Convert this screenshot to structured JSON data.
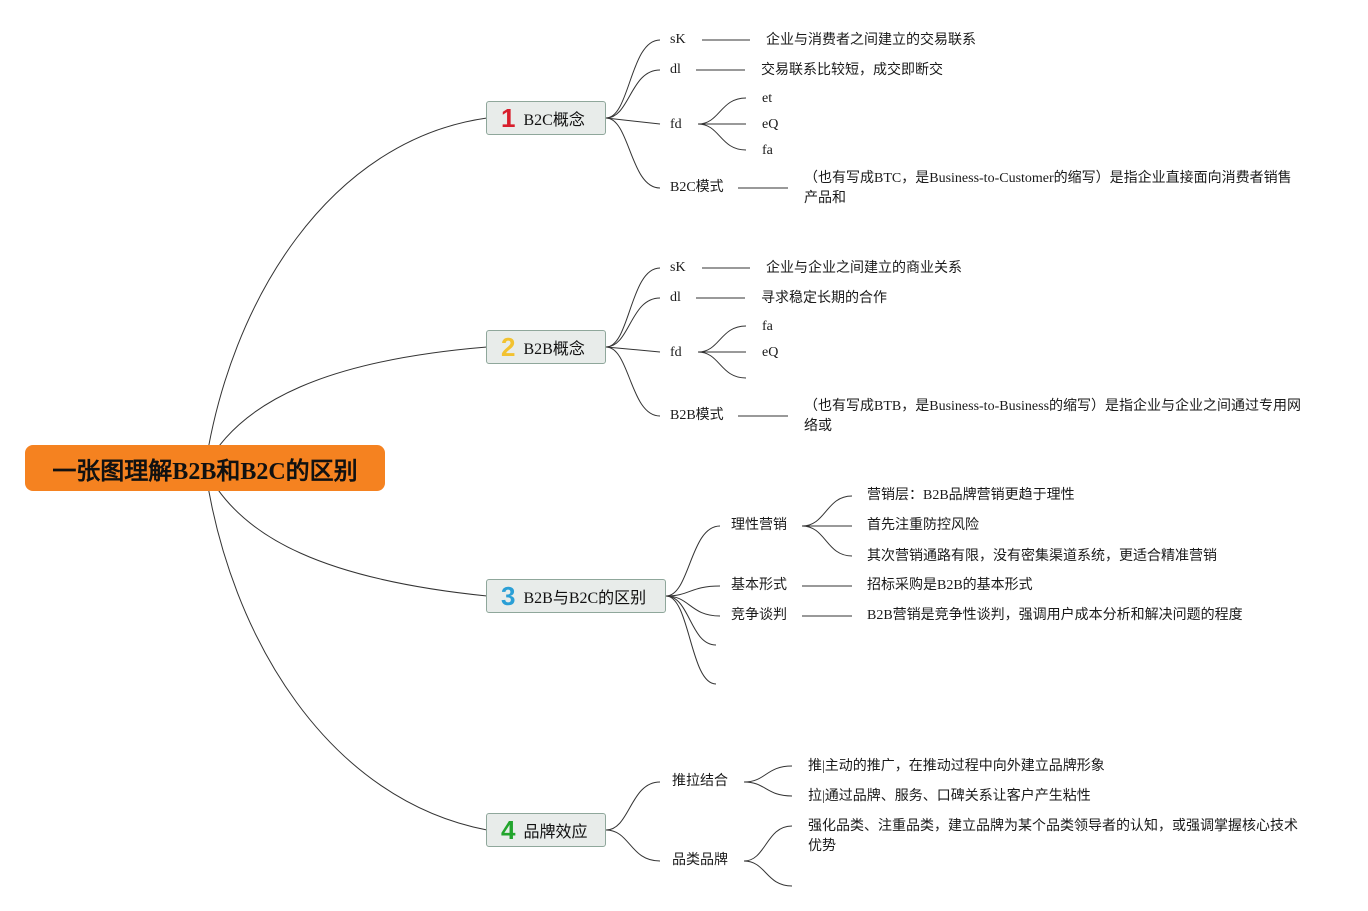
{
  "root": {
    "title": "一张图理解B2B和B2C的区别"
  },
  "colors": {
    "root_bg": "#f58220",
    "branch_bg": "#e8ecea",
    "branch_border": "#8fa79b",
    "num1": "#d81e2c",
    "num2": "#f2c230",
    "num3": "#2a9fd6",
    "num4": "#22a52d"
  },
  "b2c": {
    "num": "1",
    "label": "B2C概念",
    "sk": {
      "key": "sK",
      "value": "企业与消费者之间建立的交易联系"
    },
    "dl": {
      "key": "dl",
      "value": "交易联系比较短，成交即断交"
    },
    "fd": {
      "key": "fd",
      "items": [
        "et",
        "eQ",
        "fa"
      ]
    },
    "mode": {
      "key": "B2C模式",
      "value": "（也有写成BTC，是Business-to-Customer的缩写）是指企业直接面向消费者销售产品和"
    }
  },
  "b2b": {
    "num": "2",
    "label": "B2B概念",
    "sk": {
      "key": "sK",
      "value": "企业与企业之间建立的商业关系"
    },
    "dl": {
      "key": "dl",
      "value": "寻求稳定长期的合作"
    },
    "fd": {
      "key": "fd",
      "items": [
        "fa",
        "eQ",
        ""
      ]
    },
    "mode": {
      "key": "B2B模式",
      "value": "（也有写成BTB，是Business-to-Business的缩写）是指企业与企业之间通过专用网络或"
    }
  },
  "diff": {
    "num": "3",
    "label": "B2B与B2C的区别",
    "rational": {
      "key": "理性营销",
      "items": [
        "营销层：B2B品牌营销更趋于理性",
        "首先注重防控风险",
        "其次营销通路有限，没有密集渠道系统，更适合精准营销"
      ]
    },
    "basic": {
      "key": "基本形式",
      "value": "招标采购是B2B的基本形式"
    },
    "negotiation": {
      "key": "竞争谈判",
      "value": "B2B营销是竞争性谈判，强调用户成本分析和解决问题的程度"
    }
  },
  "brand": {
    "num": "4",
    "label": "品牌效应",
    "pushpull": {
      "key": "推拉结合",
      "items": [
        "推|主动的推广，在推动过程中向外建立品牌形象",
        "拉|通过品牌、服务、口碑关系让客户产生粘性"
      ]
    },
    "category": {
      "key": "品类品牌",
      "items": [
        "强化品类、注重品类，建立品牌为某个品类领导者的认知，或强调掌握核心技术优势"
      ]
    }
  }
}
